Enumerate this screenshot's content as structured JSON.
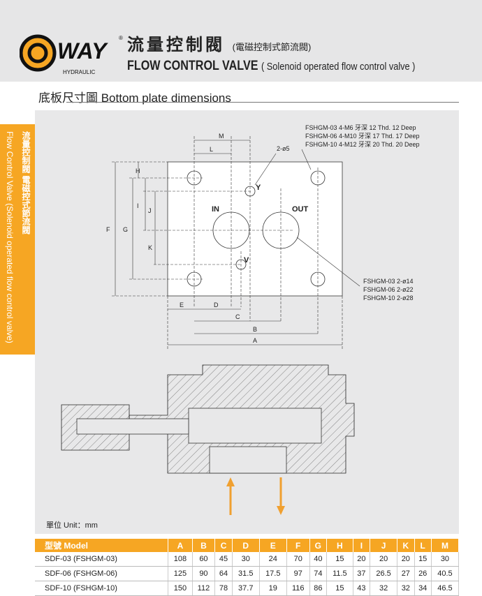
{
  "brand": {
    "logo_text": "WAY",
    "logo_sub": "HYDRAULIC",
    "registered": "®"
  },
  "header": {
    "title_cn": "流量控制閥",
    "title_cn_sub": "(電磁控制式節流閥)",
    "title_en": "FLOW CONTROL VALVE",
    "title_en_sub": "( Solenoid operated flow control valve )"
  },
  "section": {
    "title": "底板尺寸圖  Bottom plate dimensions"
  },
  "sidetab": {
    "cn": "流量控制閥  電磁控式節流閥",
    "en": "Flow Control Valve (Solenoid operated flow control valve)"
  },
  "diagram": {
    "thread_notes": [
      "FSHGM-03   4-M6 牙深 12 Thd. 12 Deep",
      "FSHGM-06   4-M10 牙深 17 Thd. 17 Deep",
      "FSHGM-10   4-M12 牙深 20 Thd. 20 Deep"
    ],
    "pin_note": "2-ø5",
    "port_notes": [
      "FSHGM-03   2-ø14",
      "FSHGM-06   2-ø22",
      "FSHGM-10   2-ø28"
    ],
    "ports": {
      "in": "IN",
      "out": "OUT",
      "y": "Y",
      "v": "V"
    },
    "dims": {
      "A": "A",
      "B": "B",
      "C": "C",
      "D": "D",
      "E": "E",
      "F": "F",
      "G": "G",
      "H": "H",
      "I": "I",
      "J": "J",
      "K": "K",
      "L": "L",
      "M": "M"
    }
  },
  "colors": {
    "accent": "#f6a623",
    "arrow": "#f0a030"
  },
  "unit": "單位 Unit：mm",
  "table": {
    "headers": [
      "型號 Model",
      "A",
      "B",
      "C",
      "D",
      "E",
      "F",
      "G",
      "H",
      "I",
      "J",
      "K",
      "L",
      "M"
    ],
    "rows": [
      [
        "SDF-03 (FSHGM-03)",
        "108",
        "60",
        "45",
        "30",
        "24",
        "70",
        "40",
        "15",
        "20",
        "20",
        "20",
        "15",
        "30"
      ],
      [
        "SDF-06 (FSHGM-06)",
        "125",
        "90",
        "64",
        "31.5",
        "17.5",
        "97",
        "74",
        "11.5",
        "37",
        "26.5",
        "27",
        "26",
        "40.5"
      ],
      [
        "SDF-10 (FSHGM-10)",
        "150",
        "112",
        "78",
        "37.7",
        "19",
        "116",
        "86",
        "15",
        "43",
        "32",
        "32",
        "34",
        "46.5"
      ]
    ]
  }
}
